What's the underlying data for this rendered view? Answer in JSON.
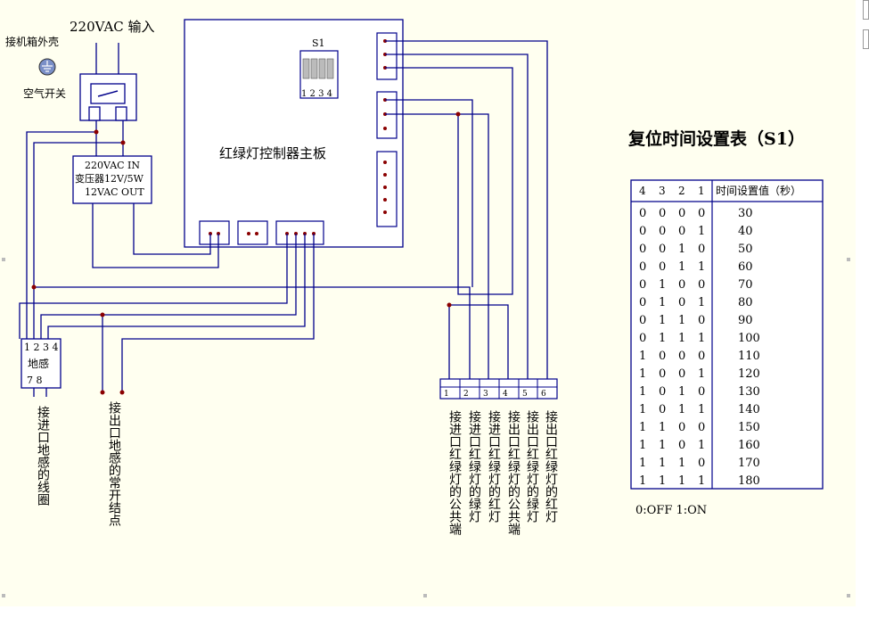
{
  "diagram": {
    "power_input_label": "220VAC 输入",
    "chassis_label": "接机箱外壳",
    "air_switch_label": "空气开关",
    "transformer": {
      "line1": "220VAC IN",
      "line2": "变压器12V/5W",
      "line3": "12VAC OUT"
    },
    "mainboard_label": "红绿灯控制器主板",
    "dip_switch": {
      "label": "S1",
      "numbers": "1 2 3 4"
    },
    "ground_sensor": {
      "pins_top": "1 2 3 4",
      "label": "地感",
      "pins_bottom": "7  8"
    },
    "vertical_label_coil": "接进口地感的线圈",
    "vertical_label_contact": "接出口地感的常开结点",
    "terminals": [
      "1",
      "2",
      "3",
      "4",
      "5",
      "6"
    ],
    "terminal_labels": [
      "接进口红绿灯的公共端",
      "接进口红绿灯的绿灯",
      "接进口红绿灯的红灯",
      "接出口红绿灯的公共端",
      "接出口红绿灯的绿灯",
      "接出口红绿灯的红灯"
    ]
  },
  "reset_table": {
    "title": "复位时间设置表（S1）",
    "headers": [
      "4",
      "3",
      "2",
      "1",
      "时间设置值（秒）"
    ],
    "rows": [
      [
        "0",
        "0",
        "0",
        "0",
        "30"
      ],
      [
        "0",
        "0",
        "0",
        "1",
        "40"
      ],
      [
        "0",
        "0",
        "1",
        "0",
        "50"
      ],
      [
        "0",
        "0",
        "1",
        "1",
        "60"
      ],
      [
        "0",
        "1",
        "0",
        "0",
        "70"
      ],
      [
        "0",
        "1",
        "0",
        "1",
        "80"
      ],
      [
        "0",
        "1",
        "1",
        "0",
        "90"
      ],
      [
        "0",
        "1",
        "1",
        "1",
        "100"
      ],
      [
        "1",
        "0",
        "0",
        "0",
        "110"
      ],
      [
        "1",
        "0",
        "0",
        "1",
        "120"
      ],
      [
        "1",
        "0",
        "1",
        "0",
        "130"
      ],
      [
        "1",
        "0",
        "1",
        "1",
        "140"
      ],
      [
        "1",
        "1",
        "0",
        "0",
        "150"
      ],
      [
        "1",
        "1",
        "0",
        "1",
        "160"
      ],
      [
        "1",
        "1",
        "1",
        "0",
        "170"
      ],
      [
        "1",
        "1",
        "1",
        "1",
        "180"
      ]
    ],
    "legend": "0:OFF    1:ON"
  }
}
